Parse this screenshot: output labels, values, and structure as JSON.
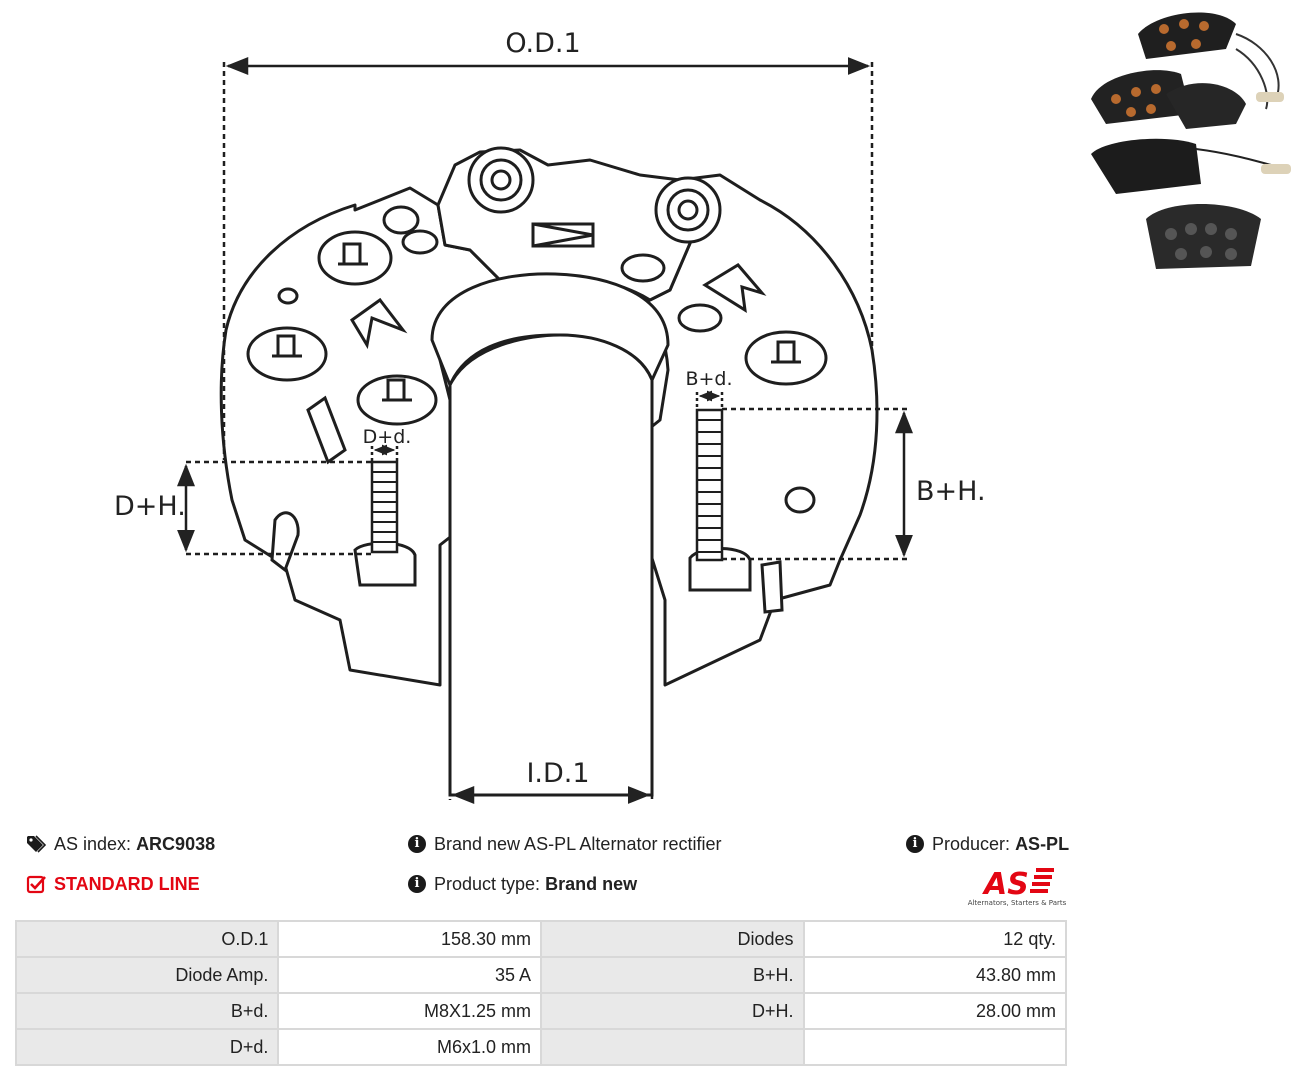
{
  "drawing": {
    "labels": {
      "od": "O.D.1",
      "id": "I.D.1",
      "bh": "B+H.",
      "dh": "D+H.",
      "bd": "B+d.",
      "dd": "D+d."
    }
  },
  "info": {
    "as_index_label": "AS index:",
    "as_index_value": "ARC9038",
    "line": "STANDARD LINE",
    "description": "Brand new AS-PL Alternator rectifier",
    "product_type_label": "Product type:",
    "product_type_value": "Brand new",
    "producer_label": "Producer:",
    "producer_value": "AS-PL"
  },
  "logo": {
    "text": "AS",
    "tagline": "Alternators, Starters & Parts"
  },
  "colors": {
    "accent_red": "#e30613",
    "table_label_bg": "#e9e9e9",
    "table_border": "#d8d8d8"
  },
  "icons": {
    "index": "tags-icon",
    "line": "check-square-icon",
    "info": "info-circle-icon"
  },
  "specs": [
    {
      "l1": "O.D.1",
      "v1": "158.30 mm",
      "l2": "Diodes",
      "v2": "12 qty."
    },
    {
      "l1": "Diode Amp.",
      "v1": "35 A",
      "l2": "B+H.",
      "v2": "43.80 mm"
    },
    {
      "l1": "B+d.",
      "v1": "M8X1.25 mm",
      "l2": "D+H.",
      "v2": "28.00 mm"
    },
    {
      "l1": "D+d.",
      "v1": "M6x1.0 mm",
      "l2": "",
      "v2": ""
    }
  ]
}
